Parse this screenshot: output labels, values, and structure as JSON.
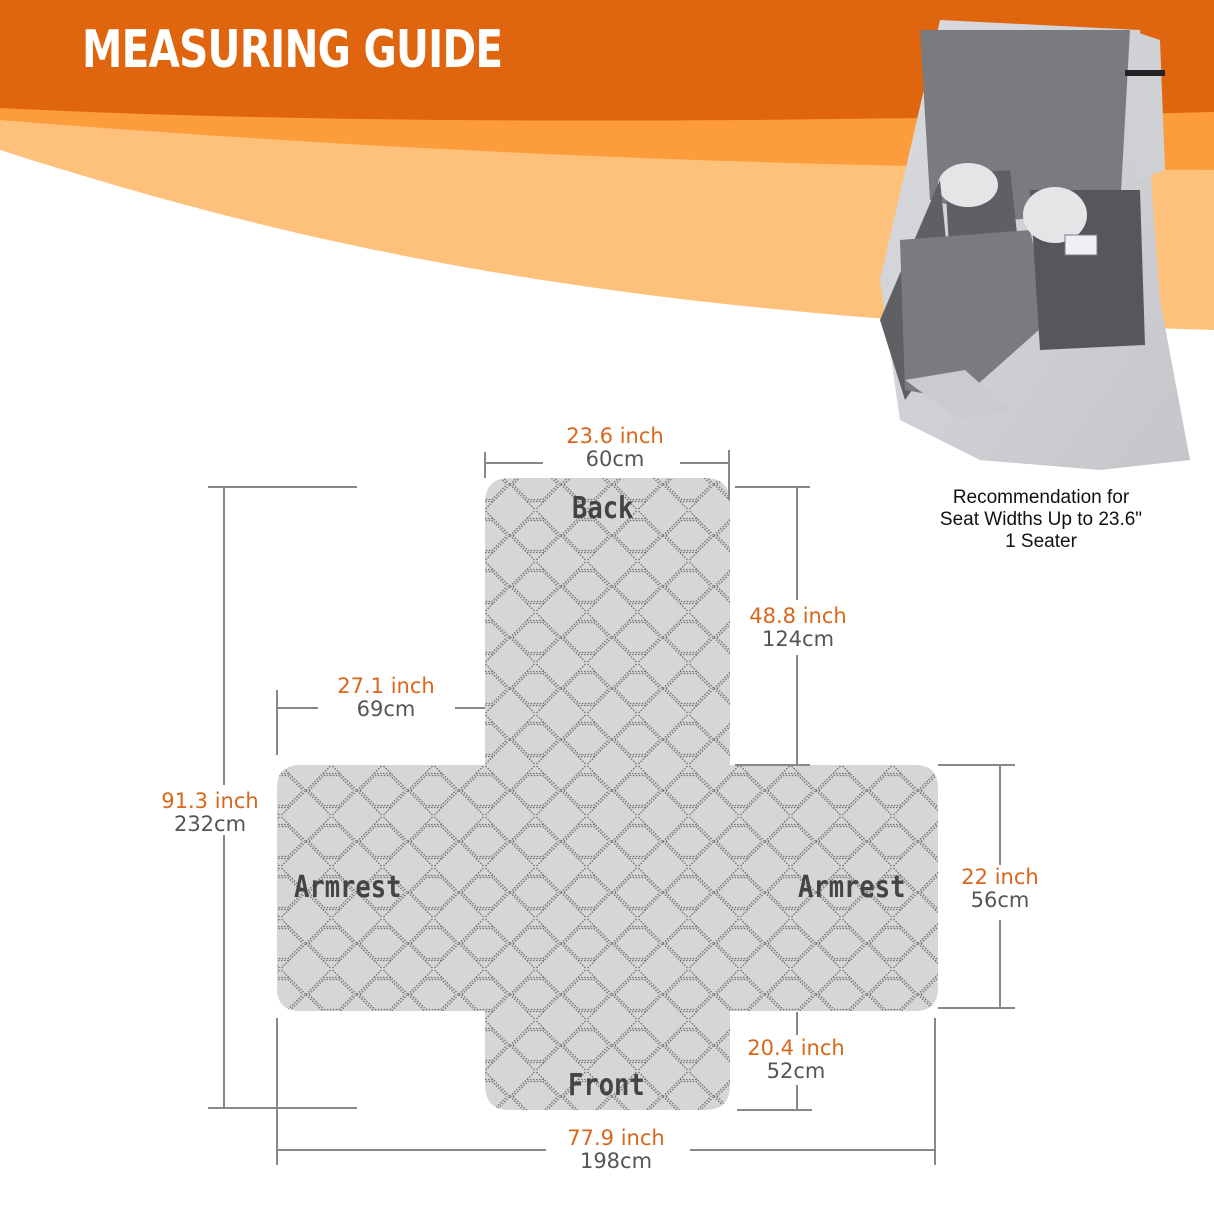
{
  "header": {
    "title": "MEASURING GUIDE"
  },
  "colors": {
    "banner_dark": "#e0650f",
    "banner_mid": "#fd9c3b",
    "banner_light": "#fec17c",
    "cover_fill": "#d6d6d9",
    "cover_stitch": "#6e6e6e",
    "inch_text": "#d9661a",
    "cm_text": "#555555",
    "dimension_line": "#888888"
  },
  "product_image": {
    "description": "Recliner chair with dark gray quilted cover and armrest side pocket"
  },
  "recommendation": {
    "line1": "Recommendation for",
    "line2": "Seat Widths Up to 23.6\"",
    "line3": "1 Seater"
  },
  "cover_parts": {
    "back": "Back",
    "front": "Front",
    "armrest_left": "Armrest",
    "armrest_right": "Armrest"
  },
  "dimensions": {
    "back_width": {
      "inch": "23.6 inch",
      "cm": "60cm"
    },
    "back_length": {
      "inch": "48.8 inch",
      "cm": "124cm"
    },
    "armrest_width": {
      "inch": "27.1 inch",
      "cm": "69cm"
    },
    "total_length": {
      "inch": "91.3 inch",
      "cm": "232cm"
    },
    "armrest_height": {
      "inch": "22 inch",
      "cm": "56cm"
    },
    "front_length": {
      "inch": "20.4 inch",
      "cm": "52cm"
    },
    "total_width": {
      "inch": "77.9 inch",
      "cm": "198cm"
    }
  }
}
